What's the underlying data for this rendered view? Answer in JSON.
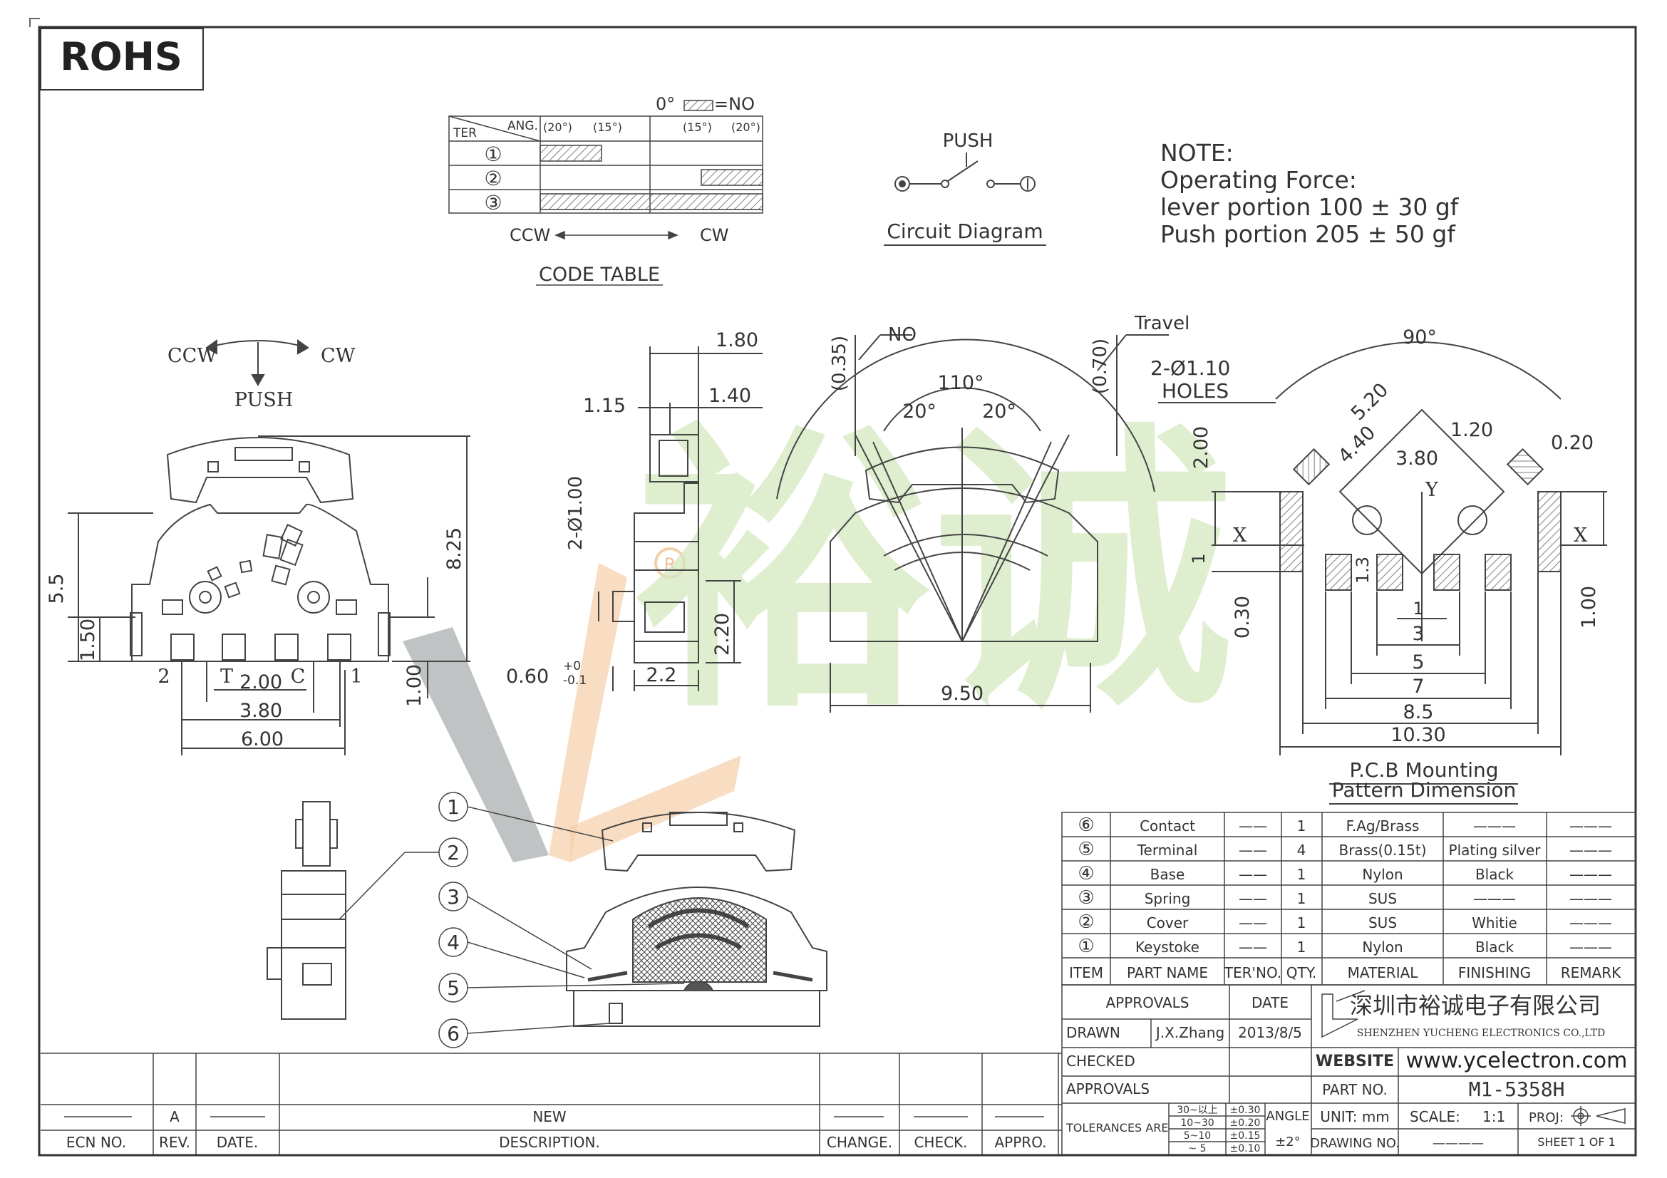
{
  "rohs": "ROHS",
  "code_table": {
    "title": "CODE TABLE",
    "header_ter": "TER",
    "header_ang": "ANG.",
    "angles": [
      "(20°)",
      "(15°)",
      "(15°)",
      "(20°)"
    ],
    "rows": [
      "①",
      "②",
      "③"
    ],
    "zero_label": "0°",
    "legend_suffix": "=NO",
    "ccw": "CCW",
    "cw": "CW"
  },
  "circuit": {
    "push": "PUSH",
    "title": "Circuit Diagram"
  },
  "note": {
    "lines": [
      "NOTE:",
      "Operating  Force:",
      "lever  portion  100  ±  30  gf",
      "Push  portion  205  ±  50  gf"
    ]
  },
  "front_view": {
    "ccw": "CCW",
    "cw": "CW",
    "push": "PUSH",
    "dims": {
      "h_55": "5.5",
      "h_150": "1.50",
      "h_825": "8.25",
      "h_100": "1.00",
      "w_200": "2.00",
      "w_380": "3.80",
      "w_600": "6.00"
    },
    "pins": [
      "2",
      "T",
      "C",
      "1"
    ]
  },
  "side_view": {
    "dims": {
      "d_180": "1.80",
      "d_140": "1.40",
      "d_115": "1.15",
      "d_holes": "2-Ø1.00",
      "d_220": "2.20",
      "d_22": "2.2",
      "d_060": "0.60",
      "tol_up": "+0",
      "tol_dn": "-0.1"
    }
  },
  "angle_view": {
    "no": "NO",
    "d_035": "(0.35)",
    "d_110": "110°",
    "d_20a": "20°",
    "d_20b": "20°",
    "d_070": "(0.70)",
    "travel": "Travel",
    "d_950": "9.50"
  },
  "pcb": {
    "holes": "2-Ø1.10",
    "holes2": "HOLES",
    "d_90": "90°",
    "d_520": "5.20",
    "d_440": "4.40",
    "d_120": "1.20",
    "d_020": "0.20",
    "d_380": "3.80",
    "d_200": "2.00",
    "y": "Y",
    "x1": "X",
    "x2": "X",
    "d_1": "1",
    "d_13": "1.3",
    "d_030": "0.30",
    "d_100": "1.00",
    "d_1b": "1",
    "d_3": "3",
    "d_5": "5",
    "d_7": "7",
    "d_85": "8.5",
    "d_1030": "10.30",
    "title1": "P.C.B  Mounting",
    "title2": "Pattern  Dimension"
  },
  "callouts": [
    "1",
    "2",
    "3",
    "4",
    "5",
    "6"
  ],
  "bom": {
    "rows": [
      {
        "item": "⑥",
        "name": "Contact",
        "ter": "——",
        "qty": "1",
        "material": "F.Ag/Brass",
        "finishing": "———",
        "remark": "———"
      },
      {
        "item": "⑤",
        "name": "Terminal",
        "ter": "——",
        "qty": "4",
        "material": "Brass(0.15t)",
        "finishing": "Plating  silver",
        "remark": "———"
      },
      {
        "item": "④",
        "name": "Base",
        "ter": "——",
        "qty": "1",
        "material": "Nylon",
        "finishing": "Black",
        "remark": "———"
      },
      {
        "item": "③",
        "name": "Spring",
        "ter": "——",
        "qty": "1",
        "material": "SUS",
        "finishing": "———",
        "remark": "———"
      },
      {
        "item": "②",
        "name": "Cover",
        "ter": "——",
        "qty": "1",
        "material": "SUS",
        "finishing": "Whitie",
        "remark": "———"
      },
      {
        "item": "①",
        "name": "Keystoke",
        "ter": "——",
        "qty": "1",
        "material": "Nylon",
        "finishing": "Black",
        "remark": "———"
      }
    ],
    "headers": [
      "ITEM",
      "PART  NAME",
      "TER'NO.",
      "QTY.",
      "MATERIAL",
      "FINISHING",
      "REMARK"
    ]
  },
  "title_block": {
    "approvals": "APPROVALS",
    "date": "DATE",
    "drawn": "DRAWN",
    "drawn_by": "J.X.Zhang",
    "drawn_date": "2013/8/5",
    "checked": "CHECKED",
    "approvals2": "APPROVALS",
    "company_cn": "深圳市裕诚电子有限公司",
    "company_en": "SHENZHEN YUCHENG ELECTRONICS CO.,LTD",
    "website_label": "WEBSITE",
    "website": "www.ycelectron.com",
    "part_no_label": "PART  NO.",
    "part_no": "M1-5358H",
    "tolerances": "TOLERANCES  ARE",
    "tol_ranges": [
      "30~以上",
      "10~30",
      "5~10",
      "~ 5"
    ],
    "tol_values": [
      "±0.30",
      "±0.20",
      "±0.15",
      "±0.10"
    ],
    "angle": "ANGLE",
    "angle_tol": "±2°",
    "unit": "UNIT:  mm",
    "scale_label": "SCALE:",
    "scale": "1:1",
    "proj": "PROJ:",
    "drawing_no": "DRAWING  NO.",
    "drawing_no_val": "————",
    "sheet": "SHEET   1  OF  1"
  },
  "revision": {
    "rev": "A",
    "desc": "NEW",
    "headers": [
      "ECN  NO.",
      "REV.",
      "DATE.",
      "DESCRIPTION.",
      "CHANGE.",
      "CHECK.",
      "APPRO."
    ]
  },
  "watermark": {
    "cn": "裕诚",
    "reg": "R"
  }
}
